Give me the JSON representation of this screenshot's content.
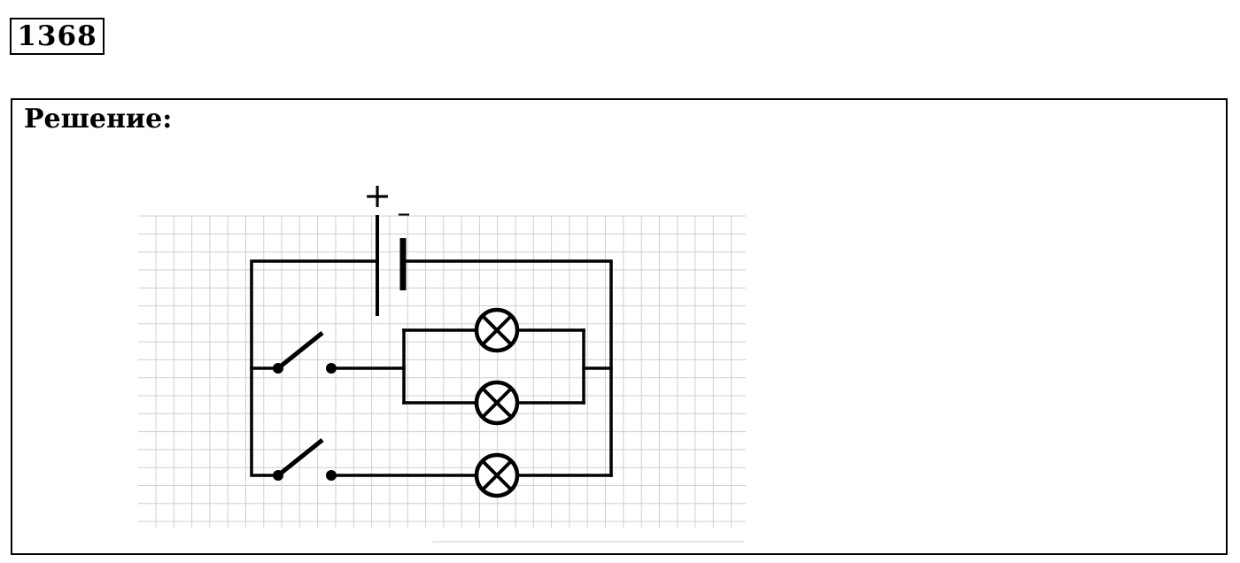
{
  "problem": {
    "number": "1368"
  },
  "solution": {
    "heading": "Решение:"
  },
  "diagram": {
    "battery": {
      "plus_label": "+",
      "minus_label": "–"
    },
    "components": [
      {
        "name": "battery",
        "count": 1
      },
      {
        "name": "switch",
        "count": 2
      },
      {
        "name": "lamp",
        "count": 3
      }
    ],
    "colors": {
      "wire": "#000000",
      "grid": "#cfcfcf"
    }
  }
}
